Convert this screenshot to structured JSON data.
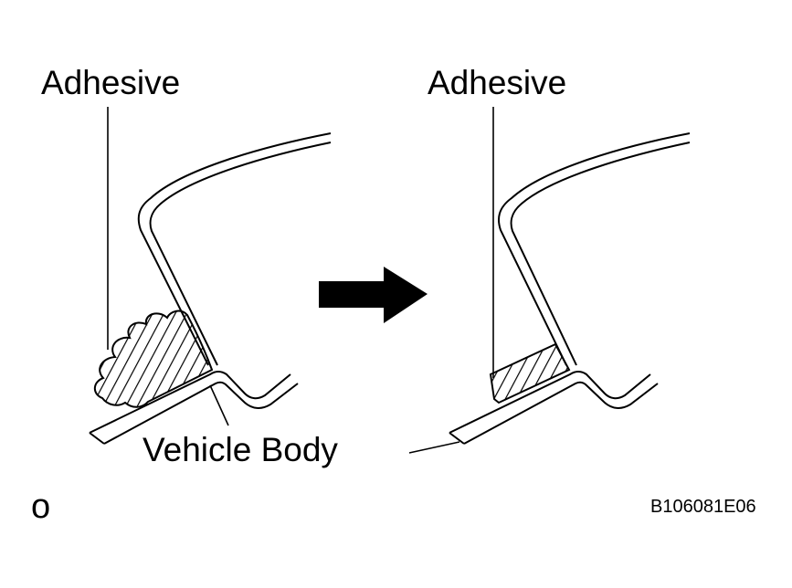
{
  "labels": {
    "adhesive_left": "Adhesive",
    "adhesive_right": "Adhesive",
    "vehicle_body": "Vehicle Body",
    "step_marker": "o",
    "figure_code": "B106081E06"
  },
  "colors": {
    "line": "#000000",
    "background": "#ffffff"
  },
  "icons": {
    "arrow": "arrow-right-icon"
  }
}
